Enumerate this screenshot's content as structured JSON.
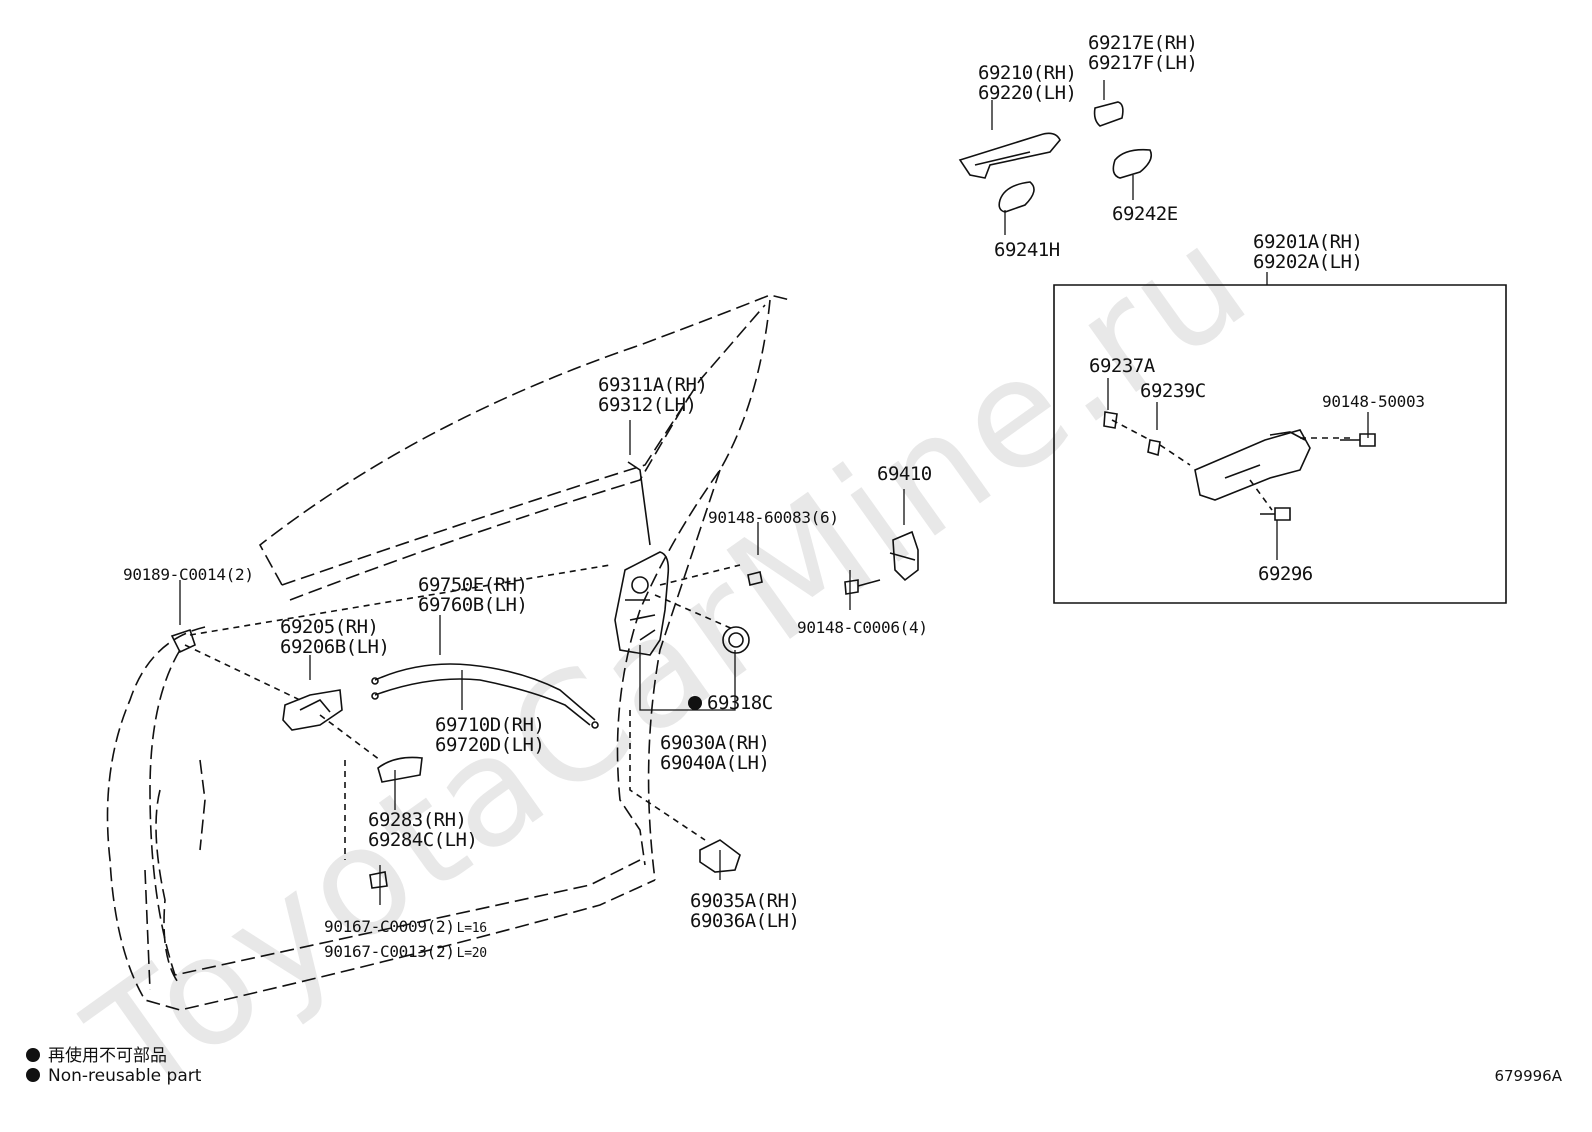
{
  "watermark": "ToyotaCarMine.ru",
  "diagram_code": "679996A",
  "legend": {
    "jp": "再使用不可部品",
    "en": "Non-reusable part"
  },
  "parts": {
    "p69217": [
      "69217E(RH)",
      "69217F(LH)"
    ],
    "p69210": [
      "69210(RH)",
      "69220(LH)"
    ],
    "p69241": "69241H",
    "p69242": "69242E",
    "p69201": [
      "69201A(RH)",
      "69202A(LH)"
    ],
    "p69237": "69237A",
    "p69239": "69239C",
    "p90148_50003": "90148-50003",
    "p69296": "69296",
    "p69311": [
      "69311A(RH)",
      "69312(LH)"
    ],
    "p69410": "69410",
    "p90148_60083": "90148-60083(6)",
    "p90148_c0006": "90148-C0006(4)",
    "p90189": "90189-C0014(2)",
    "p69750": [
      "69750E(RH)",
      "69760B(LH)"
    ],
    "p69205": [
      "69205(RH)",
      "69206B(LH)"
    ],
    "p69318": "69318C",
    "p69710": [
      "69710D(RH)",
      "69720D(LH)"
    ],
    "p69030": [
      "69030A(RH)",
      "69040A(LH)"
    ],
    "p69283": [
      "69283(RH)",
      "69284C(LH)"
    ],
    "p69035": [
      "69035A(RH)",
      "69036A(LH)"
    ],
    "p90167_1": "90167-C0009(2)",
    "p90167_1_len": "L=16",
    "p90167_2": "90167-C0013(2)",
    "p90167_2_len": "L=20"
  }
}
